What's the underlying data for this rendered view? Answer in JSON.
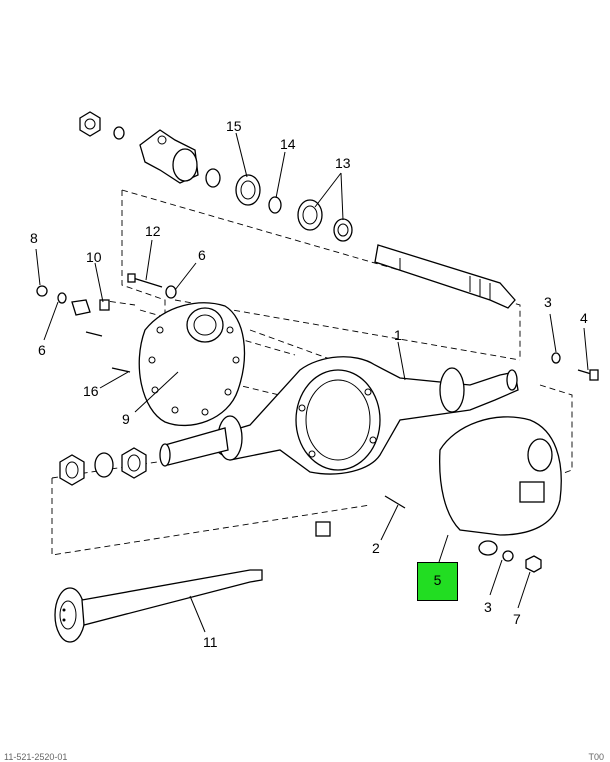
{
  "callouts": {
    "c1": "1",
    "c2": "2",
    "c3a": "3",
    "c3b": "3",
    "c4": "4",
    "c5": "5",
    "c6a": "6",
    "c6b": "6",
    "c7": "7",
    "c8": "8",
    "c9": "9",
    "c10": "10",
    "c11": "11",
    "c12": "12",
    "c13": "13",
    "c14": "14",
    "c15": "15",
    "c16": "16"
  },
  "highlight": {
    "label": "5",
    "color": "#22dd22"
  },
  "footer": {
    "left": "11-521-2520-01",
    "right": "T00"
  }
}
